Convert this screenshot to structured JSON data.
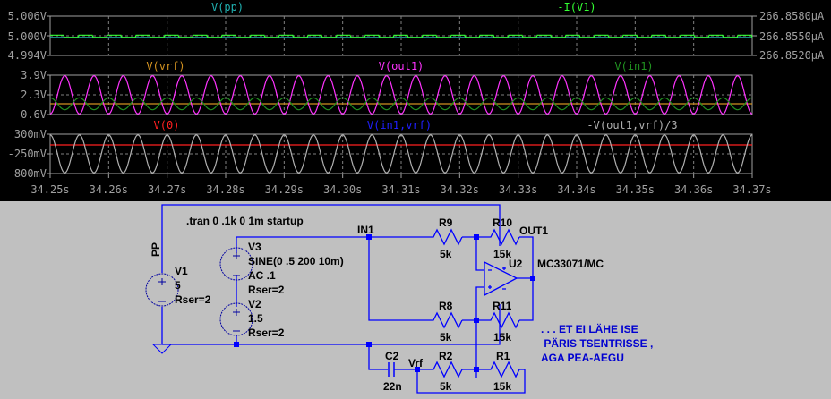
{
  "app": "LTspice waveform viewer and schematic",
  "colors": {
    "wave_bg": "#000000",
    "axis": "#a0a0a0",
    "grid": "#808080",
    "vpp": "#20b0b0",
    "iv1": "#33ff33",
    "vvrf": "#d09020",
    "vout1": "#ff33ff",
    "vin1": "#209020",
    "v0": "#ff2020",
    "vin1vrf": "#2020ff",
    "vdiff": "#b0b0b0",
    "wire": "#0000ff",
    "schem_bg": "#c0c0c0",
    "label": "#000000",
    "comment": "#0000d0"
  },
  "chart_data": [
    {
      "type": "line",
      "pane": "top",
      "x_range": [
        34.25,
        34.37
      ],
      "left_axis": {
        "ticks": [
          "5.006V",
          "5.000V",
          "4.994V"
        ],
        "ylim": [
          4.994,
          5.006
        ]
      },
      "right_axis": {
        "ticks": [
          "266.8580µA",
          "266.8550µA",
          "266.8520µA"
        ],
        "ylim": [
          266.852,
          266.858
        ]
      },
      "series": [
        {
          "name": "V(pp)",
          "kind": "flat",
          "value": 4.9995,
          "axis": "left"
        },
        {
          "name": "-I(V1)",
          "kind": "flat-ripple",
          "value": 266.8551,
          "axis": "right"
        }
      ]
    },
    {
      "type": "line",
      "pane": "middle",
      "x_range": [
        34.25,
        34.37
      ],
      "left_axis": {
        "ticks": [
          "3.9V",
          "2.3V",
          "0.6V"
        ],
        "ylim": [
          0.6,
          3.9
        ]
      },
      "series": [
        {
          "name": "V(vrf)",
          "kind": "flat",
          "value": 1.5
        },
        {
          "name": "V(out1)",
          "kind": "sine",
          "offset": 2.25,
          "amplitude": 1.6,
          "freq_hz": 200,
          "phase_deg": 180
        },
        {
          "name": "V(in1)",
          "kind": "sine",
          "offset": 1.5,
          "amplitude": 0.5,
          "freq_hz": 200,
          "phase_deg": 0
        }
      ]
    },
    {
      "type": "line",
      "pane": "bottom",
      "x_range": [
        34.25,
        34.37
      ],
      "left_axis": {
        "ticks": [
          "300mV",
          "-250mV",
          "-800mV"
        ],
        "ylim": [
          -0.8,
          0.3
        ]
      },
      "x_ticks": [
        "34.25s",
        "34.26s",
        "34.27s",
        "34.28s",
        "34.29s",
        "34.30s",
        "34.31s",
        "34.32s",
        "34.33s",
        "34.34s",
        "34.35s",
        "34.36s",
        "34.37s"
      ],
      "series": [
        {
          "name": "V(0)",
          "kind": "flat",
          "value": 0.0
        },
        {
          "name": "V(in1,vrf)",
          "kind": "hidden"
        },
        {
          "name": "-V(out1,vrf)/3",
          "kind": "sine",
          "offset": -0.25,
          "amplitude": 0.53,
          "freq_hz": 200,
          "phase_deg": 0
        }
      ]
    }
  ],
  "schematic": {
    "directive": ".tran 0 .1k 0 1m startup",
    "net_pp": "PP",
    "net_in1": "IN1",
    "net_out1": "OUT1",
    "net_vrf": "Vrf",
    "v1": {
      "name": "V1",
      "value": "5",
      "rser": "Rser=2"
    },
    "v3": {
      "name": "V3",
      "value": "SINE(0 .5 200 10m)",
      "ac": "AC .1",
      "rser": "Rser=2"
    },
    "v2": {
      "name": "V2",
      "value": "1.5",
      "rser": "Rser=2"
    },
    "r9": {
      "name": "R9",
      "value": "5k"
    },
    "r10": {
      "name": "R10",
      "value": "15k"
    },
    "r8": {
      "name": "R8",
      "value": "5k"
    },
    "r11": {
      "name": "R11",
      "value": "15k"
    },
    "r2": {
      "name": "R2",
      "value": "5k"
    },
    "r1": {
      "name": "R1",
      "value": "15k"
    },
    "c2": {
      "name": "C2",
      "value": "22n"
    },
    "u2": {
      "name": "U2",
      "model": "MC33071/MC"
    },
    "comment": [
      ". . . ET EI LÄHE ISE",
      " PÄRIS TSENTRISSE ,",
      "AGA PEA-AEGU"
    ]
  }
}
